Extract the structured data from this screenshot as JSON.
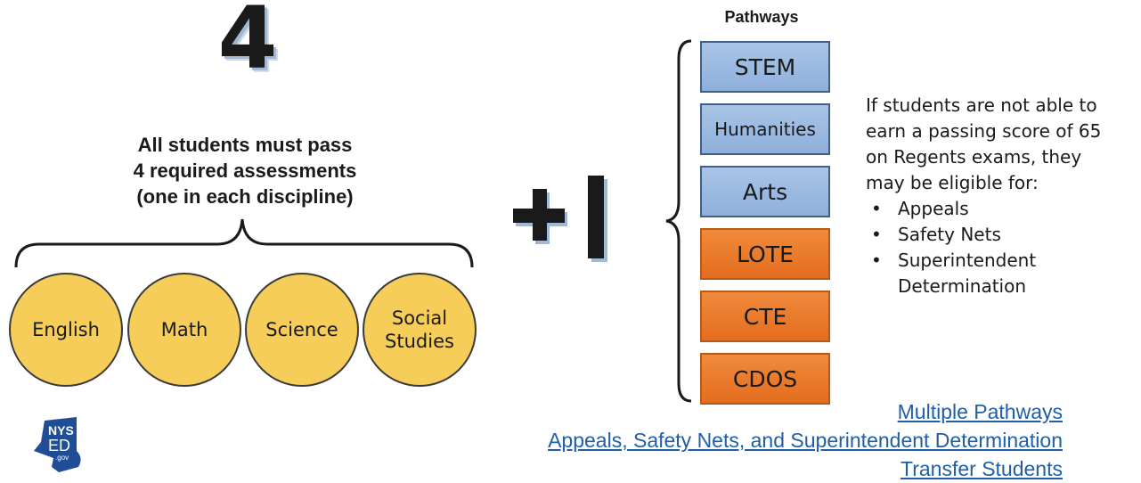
{
  "left": {
    "big_number": "4",
    "requirement_lines": [
      "All students must pass",
      "4 required assessments",
      "(one in each discipline)"
    ],
    "disciplines": [
      {
        "label": "English"
      },
      {
        "label": "Math"
      },
      {
        "label": "Science"
      },
      {
        "label": "Social\nStudies"
      }
    ]
  },
  "plus_one": "+1",
  "pathways": {
    "title": "Pathways",
    "items": [
      {
        "label": "STEM",
        "color": "blue"
      },
      {
        "label": "Humanities",
        "color": "blue"
      },
      {
        "label": "Arts",
        "color": "blue"
      },
      {
        "label": "LOTE",
        "color": "orange"
      },
      {
        "label": "CTE",
        "color": "orange"
      },
      {
        "label": "CDOS",
        "color": "orange"
      }
    ]
  },
  "note": {
    "lines": [
      "If students are not able to",
      "earn a passing score of 65",
      "on Regents exams, they",
      "may be eligible for:"
    ],
    "bullets": [
      {
        "line1": "Appeals",
        "line2": ""
      },
      {
        "line1": "Safety Nets",
        "line2": ""
      },
      {
        "line1": "Superintendent",
        "line2": "Determination"
      }
    ]
  },
  "logo": {
    "text_top": "NYS",
    "text_mid": "ED",
    "text_bottom": ".gov"
  },
  "links": [
    {
      "label": "Multiple Pathways"
    },
    {
      "label": "Appeals, Safety Nets, and Superintendent Determination"
    },
    {
      "label": "Transfer Students"
    }
  ],
  "colors": {
    "circle_fill": "#f7cd5a",
    "pathway_blue": "#9fbbe2",
    "pathway_orange": "#ec7a2b",
    "link": "#1f5fa8"
  }
}
